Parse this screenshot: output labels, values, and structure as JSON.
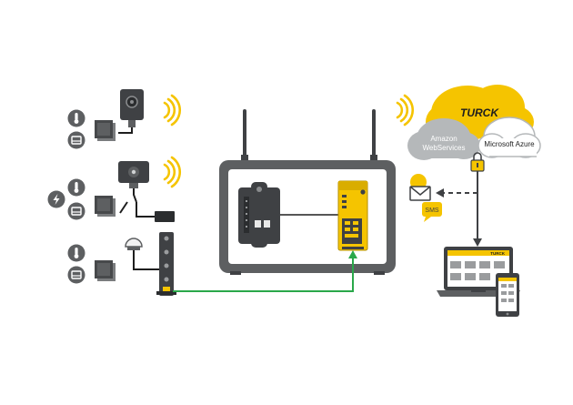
{
  "cloud": {
    "brand": "TURCK",
    "aws_label_line1": "Amazon",
    "aws_label_line2": "WebServices",
    "azure_label": "Microsoft Azure"
  },
  "notifications": {
    "sms_label": "SMS"
  },
  "devices": {
    "laptop_brand": "TURCK"
  },
  "colors": {
    "accent_yellow": "#f5c400",
    "cloud_gray": "#b5b8ba",
    "enclosure_gray": "#5d5f61",
    "device_dark": "#3f4144",
    "signal_green": "#2aa84a",
    "link_black": "#1e1e1e"
  },
  "icons": [
    "proximity-sensor-icon",
    "rfid-reader-icon",
    "level-sensor-icon",
    "thermometer-icon",
    "power-icon",
    "wifi-signal-icon",
    "antenna-icon",
    "padlock-icon",
    "mail-icon",
    "laptop-icon",
    "smartphone-icon",
    "cloud-icon"
  ]
}
